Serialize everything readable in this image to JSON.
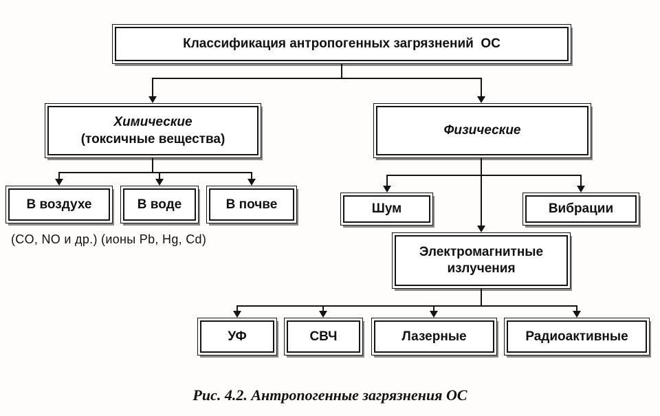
{
  "colors": {
    "ink": "#141414",
    "paper": "#fefdfb"
  },
  "diagram": {
    "root_label": "Классификация антропогенных загрязнений  ОС",
    "chemical": {
      "title": "Химические",
      "subtitle": "(токсичные вещества)"
    },
    "physical": {
      "title": "Физические"
    },
    "chemical_children": [
      {
        "label": "В воздухе"
      },
      {
        "label": "В воде"
      },
      {
        "label": "В почве"
      }
    ],
    "chemical_note": "(CO, NO и др.) (ионы Pb, Hg, Cd)",
    "physical_children": [
      {
        "label": "Шум"
      },
      {
        "label": "Вибрации"
      },
      {
        "label": "Электромагнитные излучения"
      }
    ],
    "emr_children": [
      {
        "label": "УФ"
      },
      {
        "label": "СВЧ"
      },
      {
        "label": "Лазерные"
      },
      {
        "label": "Радиоактивные"
      }
    ],
    "caption": "Рис. 4.2. Антропогенные загрязнения ОС"
  }
}
